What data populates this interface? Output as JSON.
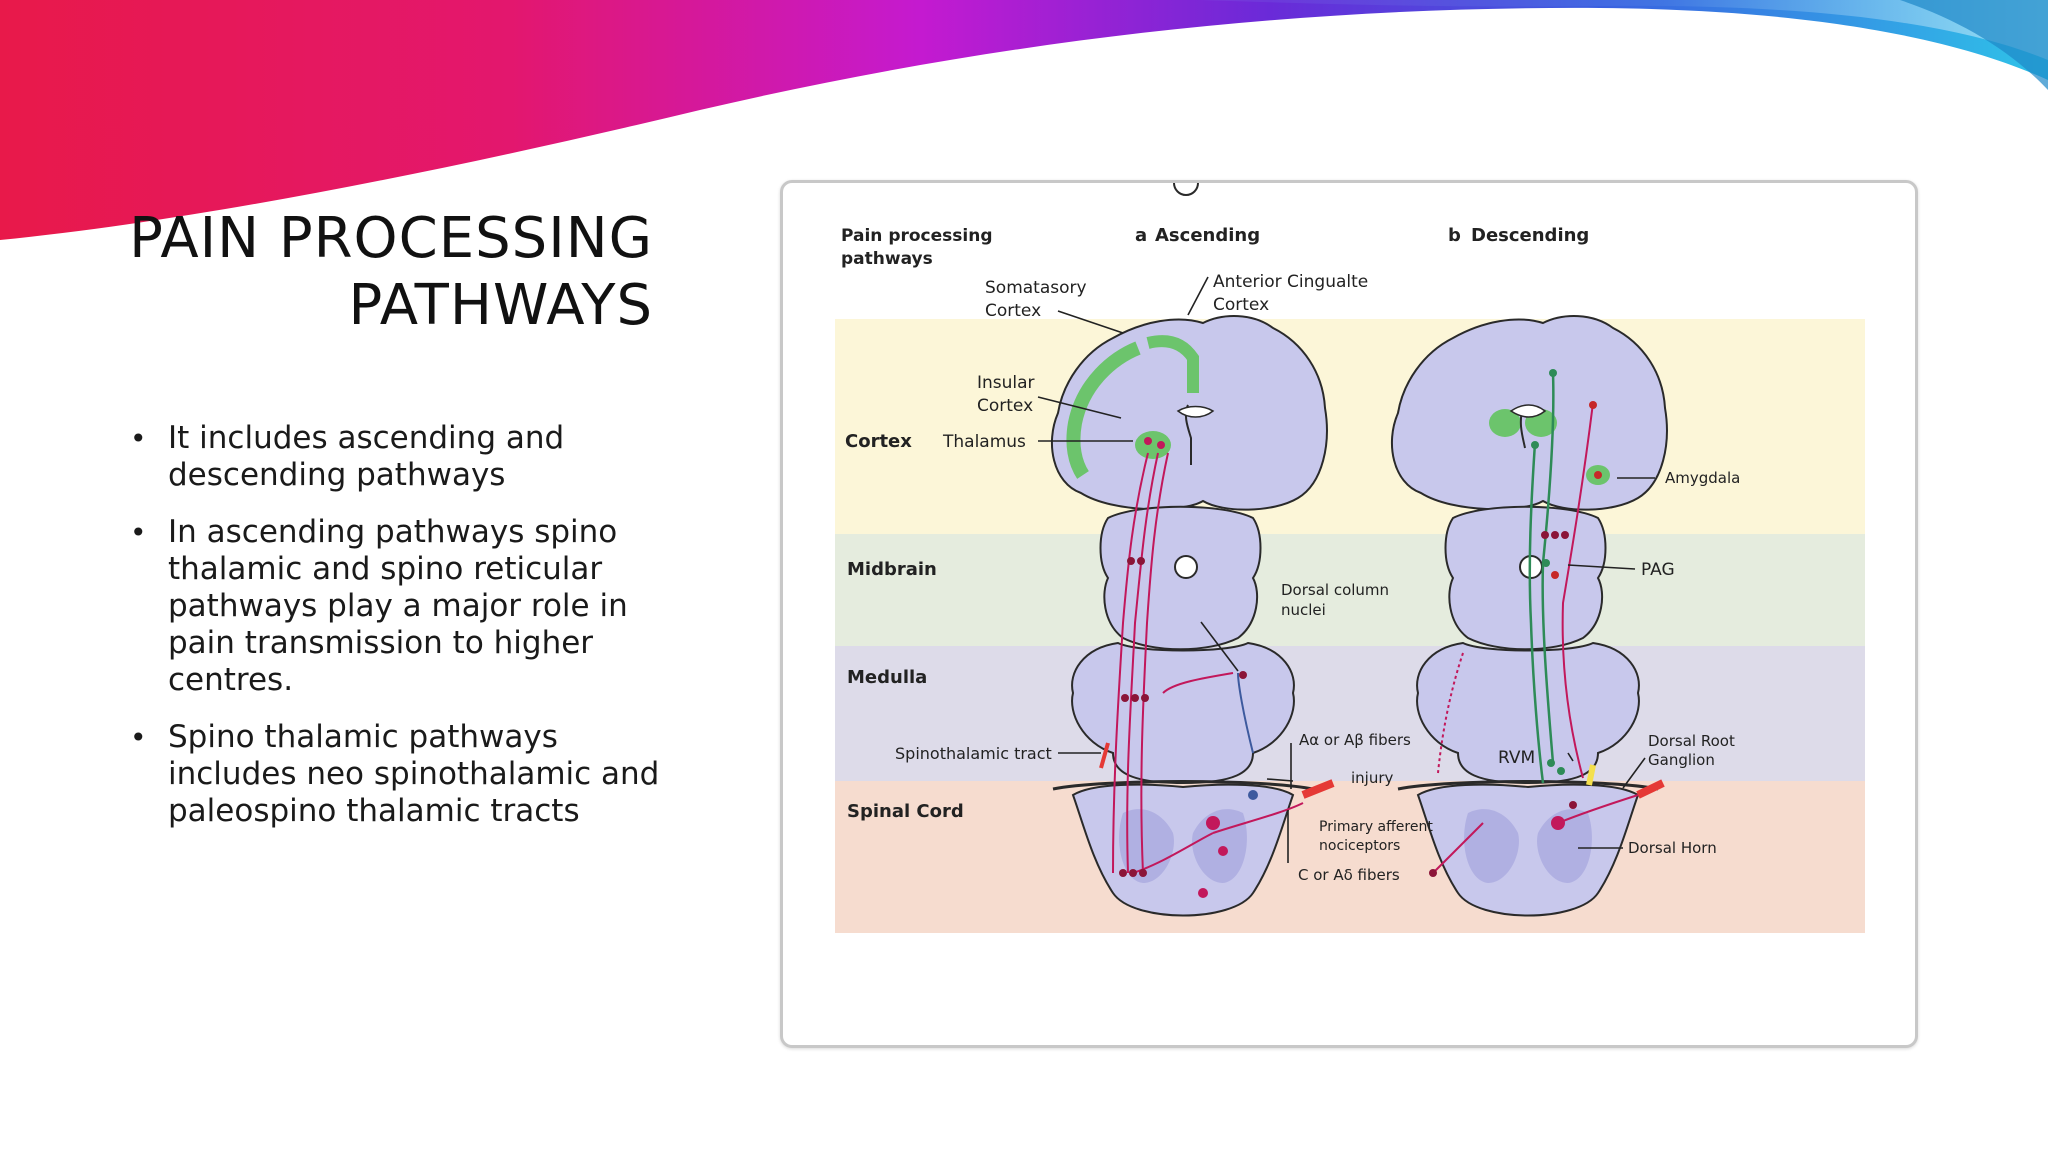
{
  "slide": {
    "title_line1": "PAIN PROCESSING",
    "title_line2": "PATHWAYS",
    "bullets": [
      "It includes ascending and descending pathways",
      "In ascending pathways spino thalamic and spino reticular pathways play a major role in pain transmission to higher centres.",
      "Spino thalamic pathways includes neo spinothalamic and paleospino thalamic tracts"
    ]
  },
  "figure": {
    "header_left_1": "Pain processing",
    "header_left_2": "pathways",
    "header_a_letter": "a",
    "header_a": "Ascending",
    "header_b_letter": "b",
    "header_b": "Descending",
    "bands": {
      "cortex": "Cortex",
      "midbrain": "Midbrain",
      "medulla": "Medulla",
      "spinal_cord": "Spinal Cord"
    },
    "labels": {
      "somatosensory_1": "Somatasory",
      "somatosensory_2": "Cortex",
      "acc_1": "Anterior Cingualte",
      "acc_2": "Cortex",
      "insular_1": "Insular",
      "insular_2": "Cortex",
      "thalamus": "Thalamus",
      "dorsal_column_1": "Dorsal column",
      "dorsal_column_2": "nuclei",
      "spinothalamic": "Spinothalamic tract",
      "a_fibers": "Aα or Aβ fibers",
      "injury": "injury",
      "primary_1": "Primary afferent",
      "primary_2": "nociceptors",
      "c_fibers": "C or Aδ fibers",
      "amygdala": "Amygdala",
      "pag": "PAG",
      "rvm": "RVM",
      "drg_1": "Dorsal Root",
      "drg_2": "Ganglion",
      "dorsal_horn": "Dorsal Horn"
    },
    "colors": {
      "cortex_band": "#fcf6d8",
      "midbrain_band": "#e5ecde",
      "medulla_band": "#dddbe9",
      "spinal_band": "#f6dccf",
      "tissue": "#c8c8ec",
      "tissue_outline": "#2a2a2a",
      "pathway": "#c2185b",
      "descending": "#2e8b57",
      "highlight": "#6cc46c"
    }
  }
}
